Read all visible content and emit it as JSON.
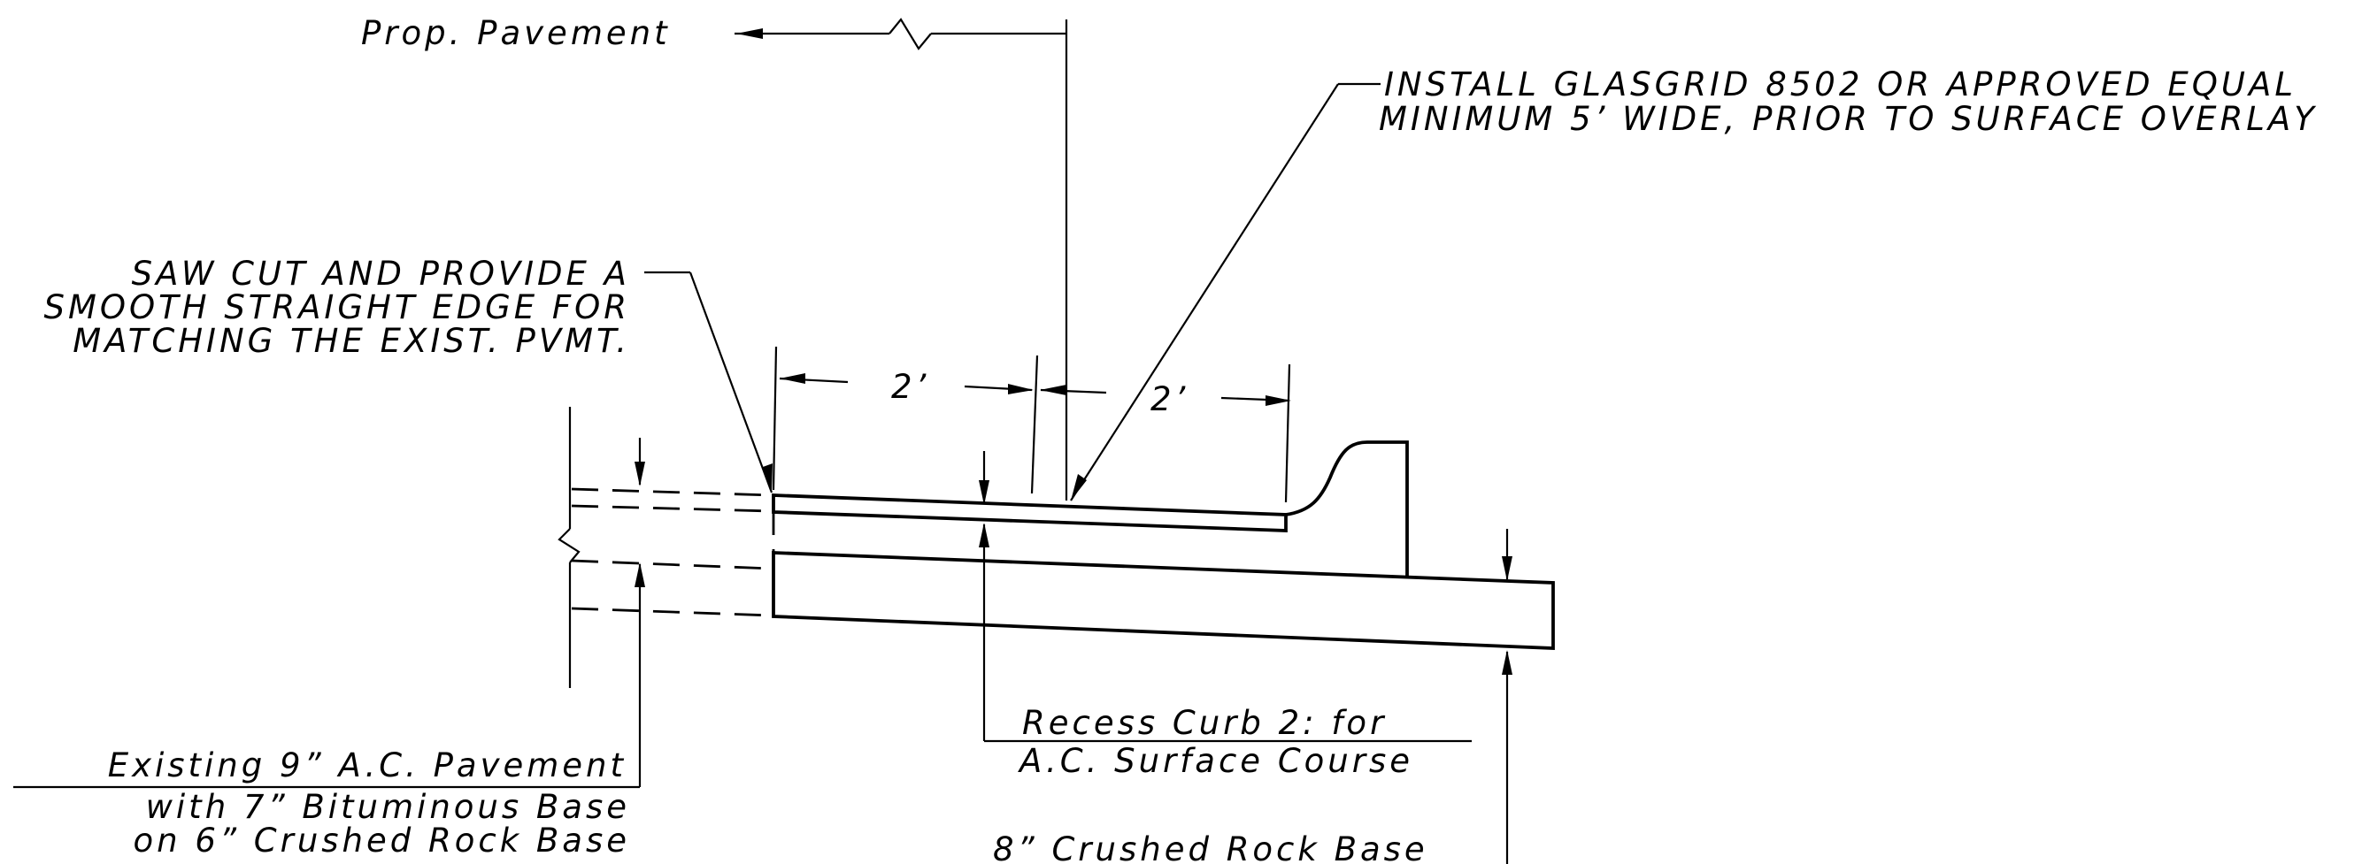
{
  "labels": {
    "prop_pavement": "Prop. Pavement",
    "glasgrid_line1": "INSTALL GLASGRID 8502 OR APPROVED EQUAL",
    "glasgrid_line2": "MINIMUM 5’ WIDE, PRIOR TO SURFACE OVERLAY",
    "saw_cut_line1": "SAW CUT AND PROVIDE A",
    "saw_cut_line2": "SMOOTH STRAIGHT EDGE FOR",
    "saw_cut_line3": "MATCHING THE EXIST. PVMT.",
    "dim_left": "2’",
    "dim_right": "2’",
    "recess_line1": "Recess Curb 2: for",
    "recess_line2": "A.C. Surface Course",
    "existing_line1": "Existing 9” A.C. Pavement",
    "existing_line2": "with 7” Bituminous Base",
    "existing_line3": "on 6” Crushed Rock Base",
    "crushed_rock": "8” Crushed Rock Base"
  }
}
